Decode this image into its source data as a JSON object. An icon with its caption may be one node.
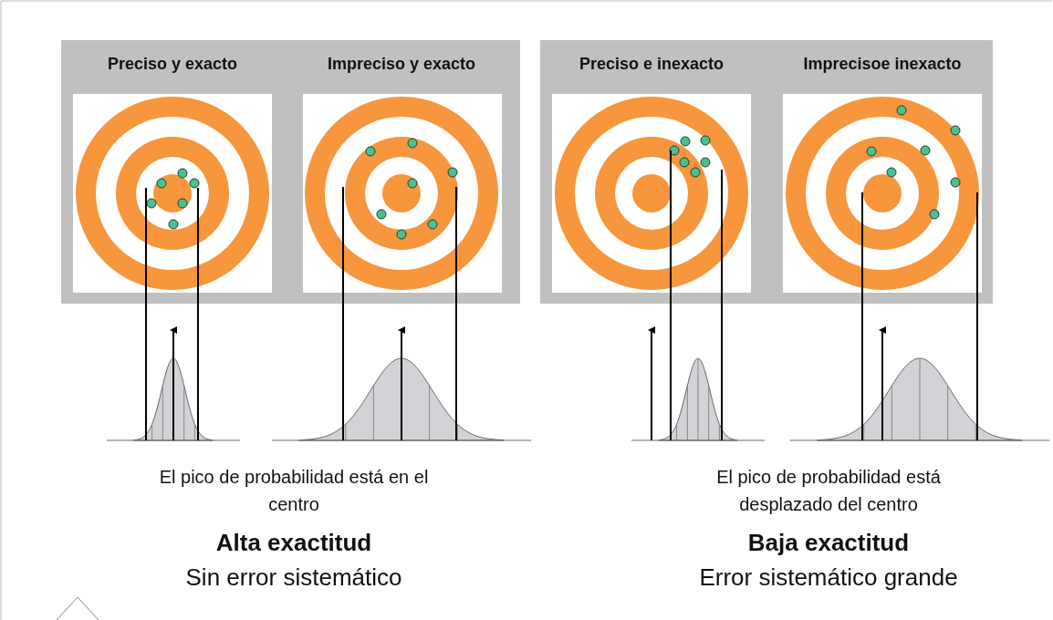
{
  "diagram": {
    "labels": [
      "Preciso y exacto",
      "Impreciso y exacto",
      "Preciso e inexacto",
      "Imprecisoe inexacto",
      "El pico de probabilidad está en el centro",
      "Alta exactitud",
      "Sin error sistemático",
      "El pico de probabilidad está desplazado del centro",
      "Baja exactitud",
      "Error sistemático grande"
    ]
  }
}
